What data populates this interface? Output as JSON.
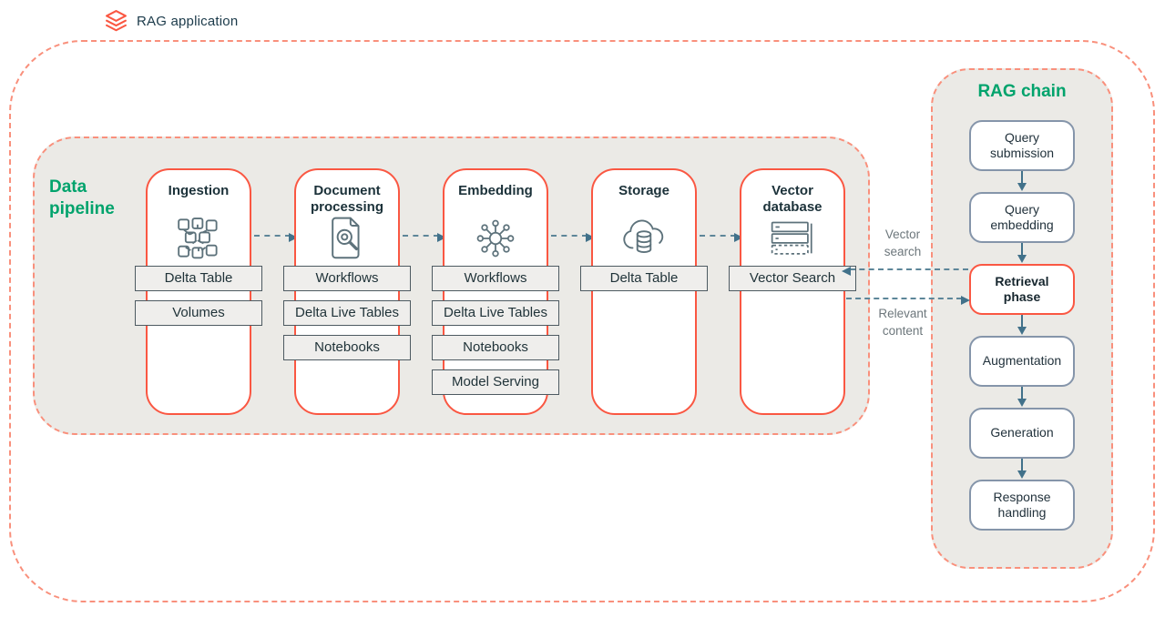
{
  "header": {
    "app_label": "RAG application",
    "logo": "databricks-logo-icon"
  },
  "colors": {
    "accent_coral": "#fa5742",
    "dashed_coral": "#f9907c",
    "brand_green": "#00a36c",
    "steel_blue_arrow": "#41718a",
    "panel_gray": "#ebeae6",
    "item_box_gray": "#efeeec",
    "text_navy": "#1b3139",
    "muted_label_gray": "#6d777c"
  },
  "pipeline": {
    "title": "Data pipeline",
    "stages": [
      {
        "name": "Ingestion",
        "icon": "grid-nodes-icon",
        "items": [
          "Delta Table",
          "Volumes"
        ]
      },
      {
        "name": "Document processing",
        "icon": "document-search-icon",
        "items": [
          "Workflows",
          "Delta Live Tables",
          "Notebooks"
        ]
      },
      {
        "name": "Embedding",
        "icon": "embedding-network-icon",
        "items": [
          "Workflows",
          "Delta Live Tables",
          "Notebooks",
          "Model Serving"
        ]
      },
      {
        "name": "Storage",
        "icon": "cloud-database-icon",
        "items": [
          "Delta Table"
        ]
      },
      {
        "name": "Vector database",
        "icon": "vector-index-icon",
        "items": [
          "Vector Search"
        ]
      }
    ]
  },
  "chain": {
    "title": "RAG chain",
    "nodes": [
      {
        "label": "Query submission",
        "highlight": false
      },
      {
        "label": "Query embedding",
        "highlight": false
      },
      {
        "label": "Retrieval phase",
        "highlight": true
      },
      {
        "label": "Augmentation",
        "highlight": false
      },
      {
        "label": "Generation",
        "highlight": false
      },
      {
        "label": "Response handling",
        "highlight": false
      }
    ]
  },
  "connections": {
    "vector_search_label": "Vector search",
    "relevant_content_label": "Relevant content"
  }
}
